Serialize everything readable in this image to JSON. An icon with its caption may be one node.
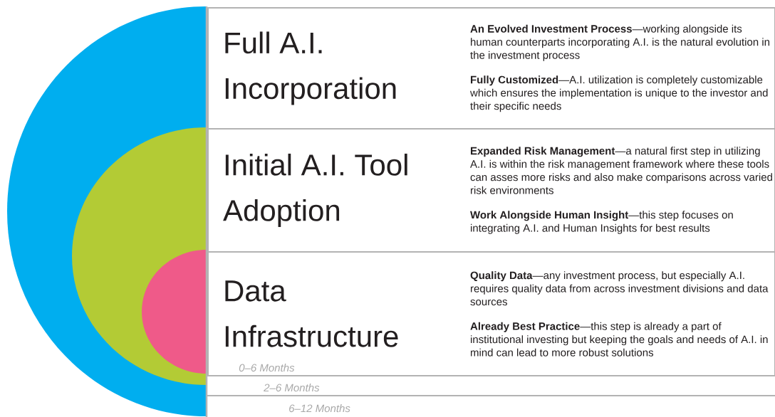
{
  "diagram": {
    "nodes": [
      {
        "text": [
          "Full A.I. Incorporation",
          "**An Evolved Investment Process**—working alongside its human counterparts incorporating A.I. is the natural evolution in the investment process",
          "**Fully Customized**—A.I. utilization is completely customizable which ensures the implementation is unique to the investor and their specific needs"
        ]
      },
      {
        "text": [
          "Initial A.I. Tool Adoption",
          "**Expanded Risk Management**—a natural first step in utilizing A.I. is within the risk management framework where these tools can asses more risks and also make comparisons across varied risk environments",
          "**Work Alongside Human Insight**—this step focuses on integrating A.I. and Human Insights for best results"
        ]
      },
      {
        "text": [
          "Data Infrastructure",
          "**Quality Data**—any investment process, but especially A.I. requires quality data from across investment divisions and data sources",
          "**Already Best Practice**—this step is already a part of institutional investing but keeping the goals and needs of A.I. in mind can lead to more robust solutions"
        ]
      }
    ],
    "labels": [
      "0–6 Months",
      "2–6 Months",
      "6–12 Months"
    ]
  }
}
